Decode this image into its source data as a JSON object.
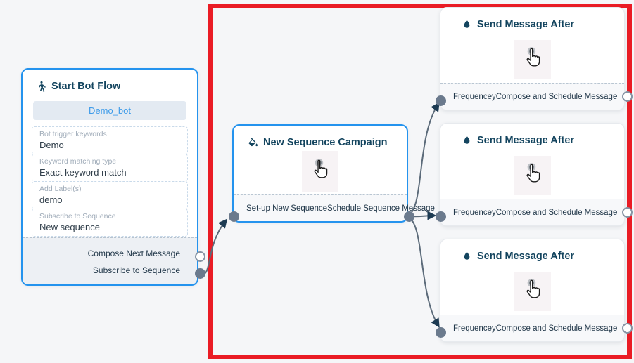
{
  "colors": {
    "background": "#f5f6f8",
    "highlight_red": "#ea1c25",
    "node_border_blue": "#2493ee",
    "title_navy": "#14455f",
    "edge_gray": "#5c6b7a",
    "arrow_navy": "#1d3b53",
    "handle_fill": "#6b7a8d",
    "accent_blue": "#3d9be9"
  },
  "start_node": {
    "title": "Start Bot Flow",
    "bot_button": "Demo_bot",
    "fields": [
      {
        "label": "Bot trigger keywords",
        "value": "Demo"
      },
      {
        "label": "Keyword matching type",
        "value": "Exact keyword match"
      },
      {
        "label": "Add Label(s)",
        "value": "demo"
      },
      {
        "label": "Subscribe to Sequence",
        "value": "New sequence"
      }
    ],
    "outputs": [
      {
        "label": "Compose Next Message"
      },
      {
        "label": "Subscribe to Sequence"
      }
    ]
  },
  "sequence_node": {
    "title": "New Sequence Campaign",
    "input_label": "Set-up New Sequence",
    "output_label": "Schedule Sequence Message"
  },
  "send_nodes": [
    {
      "title": "Send Message After",
      "input_label": "Frequencey",
      "output_label": "Compose and Schedule Message"
    },
    {
      "title": "Send Message After",
      "input_label": "Frequencey",
      "output_label": "Compose and Schedule Message"
    },
    {
      "title": "Send Message After",
      "input_label": "Frequencey",
      "output_label": "Compose and Schedule Message"
    }
  ]
}
